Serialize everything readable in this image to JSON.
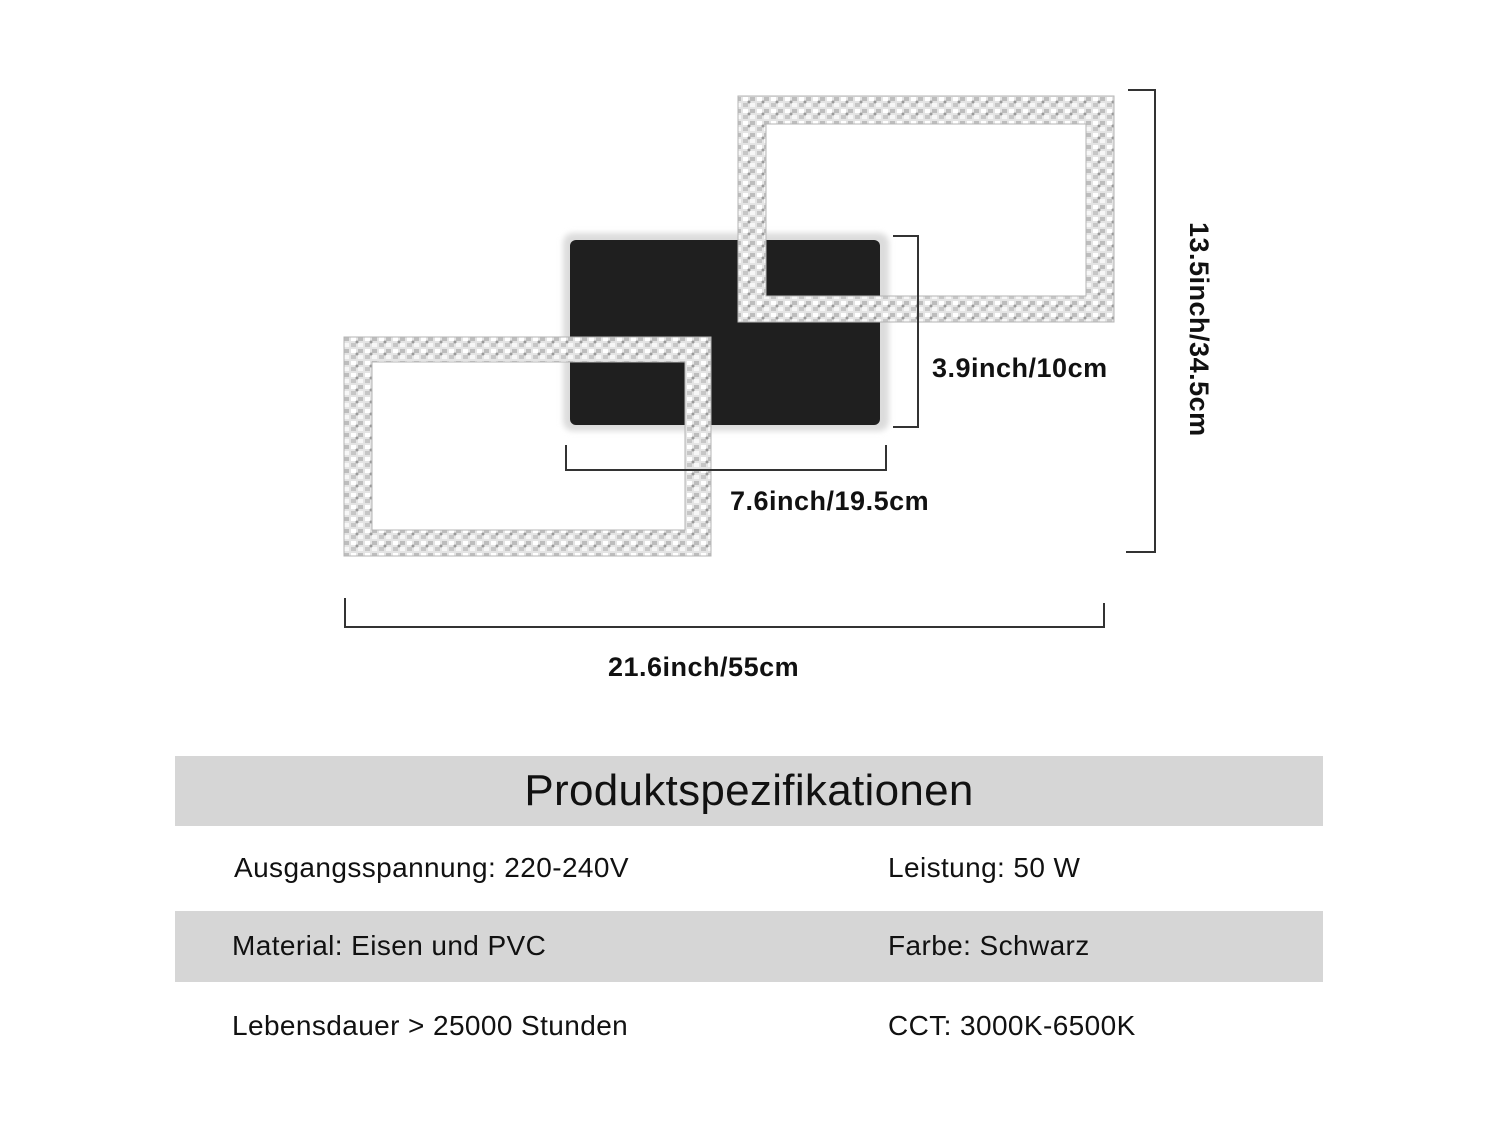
{
  "dimensions": {
    "total_width": "21.6inch/55cm",
    "total_height": "13.5inch/34.5cm",
    "base_width": "7.6inch/19.5cm",
    "base_height": "3.9inch/10cm"
  },
  "specs": {
    "title": "Produktspezifikationen",
    "rows": [
      {
        "left": "Ausgangsspannung: 220-240V",
        "right": "Leistung: 50 W"
      },
      {
        "left": "Material: Eisen und PVC",
        "right": "Farbe: Schwarz"
      },
      {
        "left": "Lebensdauer > 25000 Stunden",
        "right": "CCT: 3000K-6500K"
      }
    ]
  },
  "colors": {
    "base_plate": "#1f1f1f",
    "frame_crystal": "#cfcfcf",
    "spec_band": "#d6d6d6",
    "dimension_line": "#333333"
  }
}
